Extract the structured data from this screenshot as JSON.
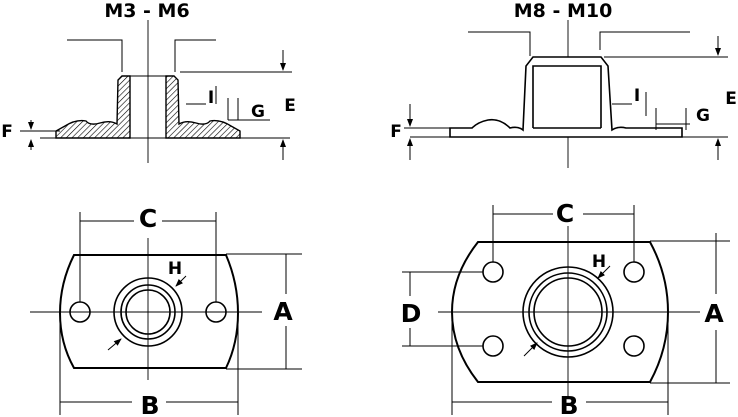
{
  "left_title": "M3 - M6",
  "right_title": "M8 - M10",
  "labels": {
    "A": "A",
    "B": "B",
    "C": "C",
    "D": "D",
    "E": "E",
    "F": "F",
    "G": "G",
    "H": "H",
    "I": "I"
  }
}
